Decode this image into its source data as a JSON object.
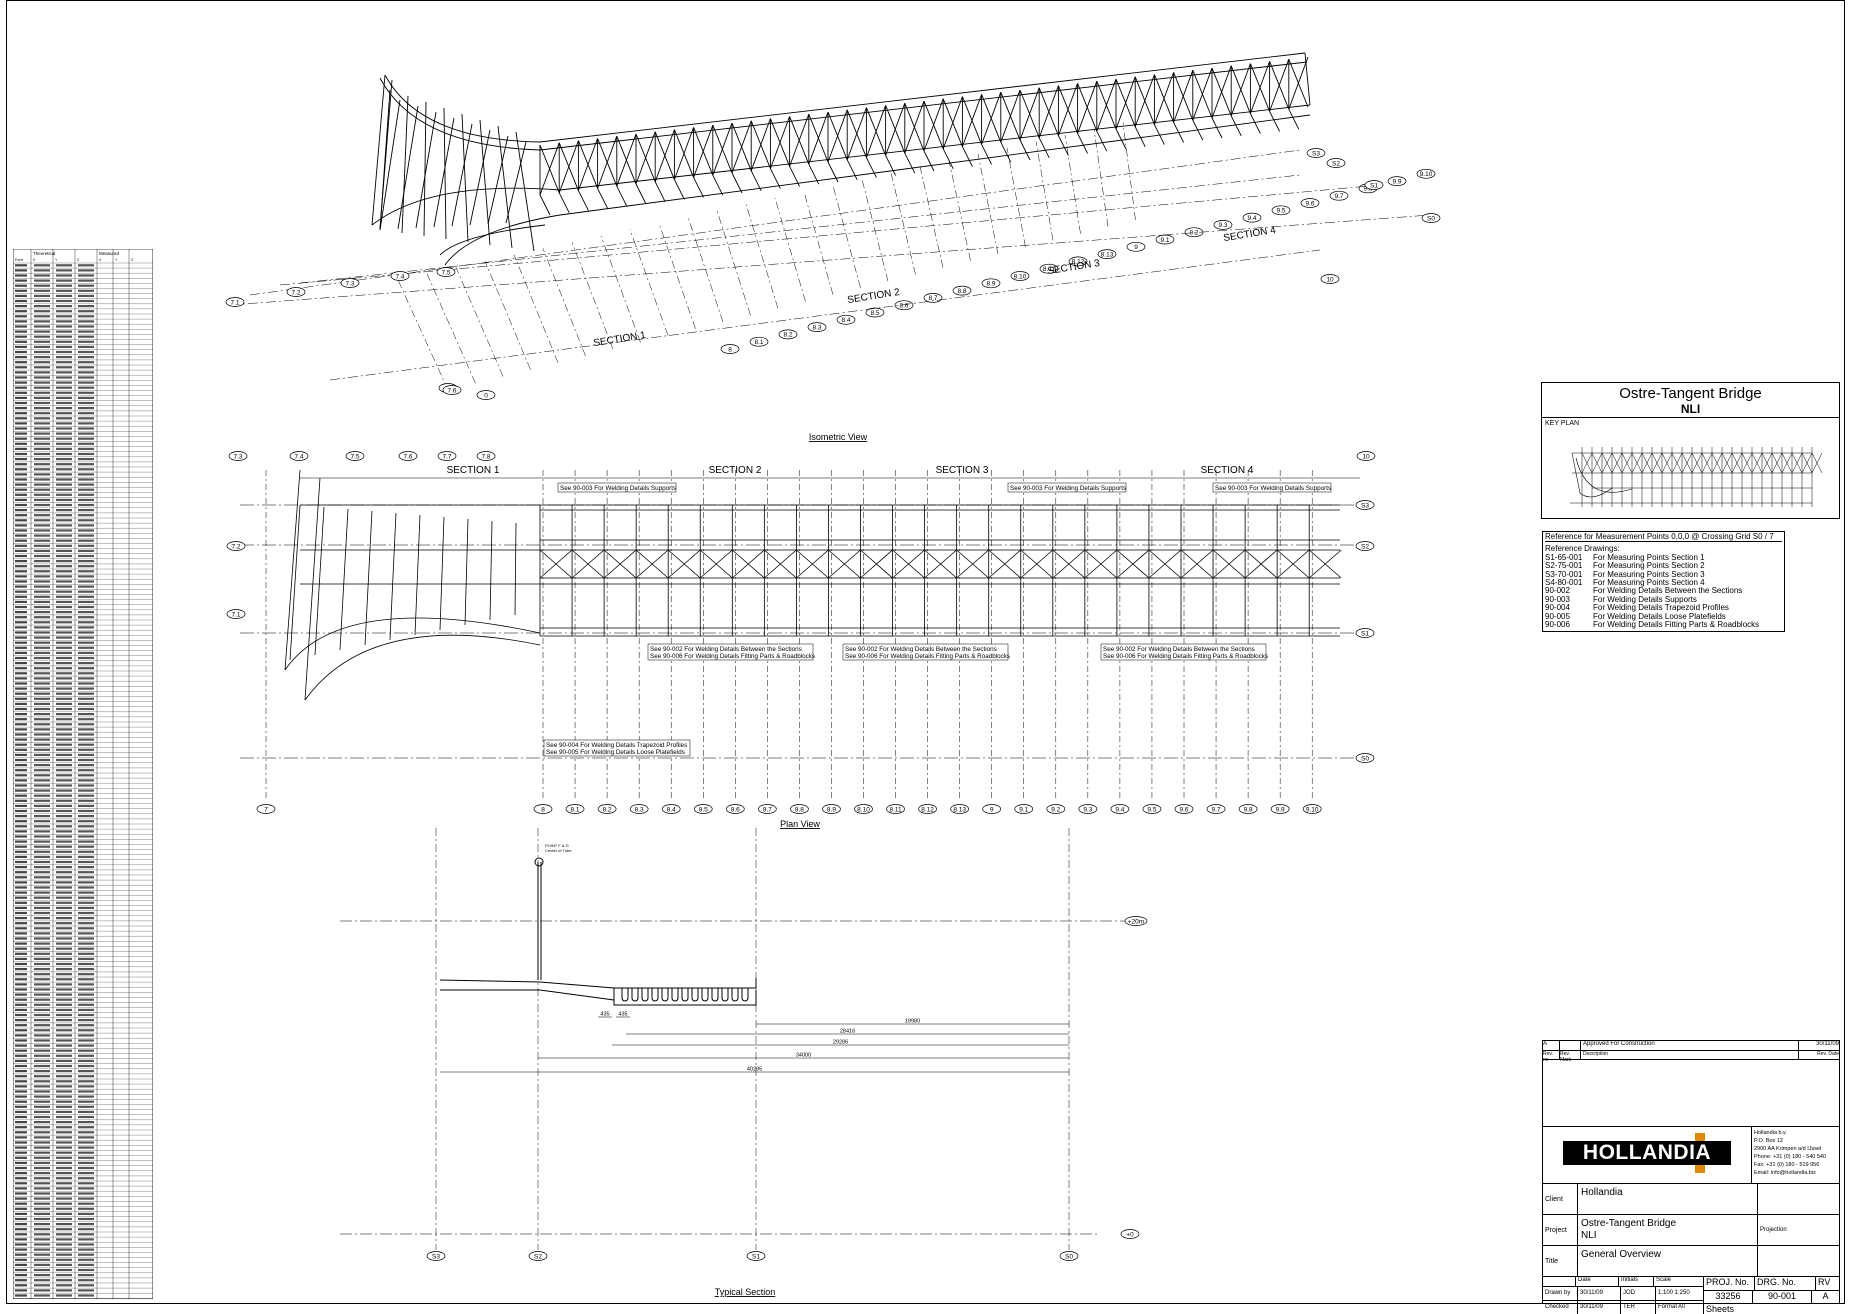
{
  "views": {
    "isometric_label": "Isometric View",
    "plan_label": "Plan View",
    "typical_label": "Typical Section"
  },
  "iso_sections": [
    "SECTION 1",
    "SECTION 2",
    "SECTION 3",
    "SECTION 4"
  ],
  "iso_grid_bottom": [
    "7",
    "8",
    "8.1",
    "8.2",
    "8.3",
    "8.4",
    "8.5",
    "8.6",
    "8.7",
    "8.8",
    "8.9",
    "8.10",
    "8.11",
    "8.12",
    "8.13",
    "9",
    "9.1",
    "9.2",
    "9.3",
    "9.4",
    "9.5",
    "9.6",
    "9.7",
    "9.8",
    "9.9",
    "9.10"
  ],
  "iso_grid_left": [
    "7.1",
    "7.2",
    "7.3",
    "7.4",
    "7.5",
    "7.6",
    "0"
  ],
  "iso_grid_right": [
    "S3",
    "S2",
    "S1",
    "S0",
    "10"
  ],
  "plan": {
    "top_labels": [
      "7.3",
      "7.4",
      "7.5",
      "7.6",
      "7.7",
      "7.8"
    ],
    "left_labels": [
      "7.2",
      "7.1"
    ],
    "right_labels": [
      "10",
      "S3",
      "S2",
      "S1",
      "S0"
    ],
    "sections": [
      "SECTION 1",
      "SECTION 2",
      "SECTION 3",
      "SECTION 4"
    ],
    "bottom_labels": [
      "7",
      "8",
      "8.1",
      "8.2",
      "8.3",
      "8.4",
      "8.5",
      "8.6",
      "8.7",
      "8.8",
      "8.9",
      "8.10",
      "8.11",
      "8.12",
      "8.13",
      "9",
      "9.1",
      "9.2",
      "9.3",
      "9.4",
      "9.5",
      "9.6",
      "9.7",
      "9.8",
      "9.9",
      "9.10"
    ],
    "notes_top": [
      "See 90-003 For Welding Details Supports",
      "See 90-003 For Welding Details Supports",
      "See 90-003 For Welding Details Supports"
    ],
    "notes_mid": [
      [
        "See 90-002 For Welding Details Between the Sections",
        "See 90-006 For Welding Details Fitting Parts & Roadblocks"
      ],
      [
        "See 90-002 For Welding Details Between the Sections",
        "See 90-006 For Welding Details Fitting Parts & Roadblocks"
      ],
      [
        "See 90-002 For Welding Details Between the Sections",
        "See 90-006 For Welding Details Fitting Parts & Roadblocks"
      ]
    ],
    "note_low": [
      "See 90-004 For Welding Details Trapezoid Profiles",
      "See 90-005 For Welding Details Loose Platefields"
    ]
  },
  "typical": {
    "elev_label": "+20m",
    "base_label": "+0",
    "bottom_labels": [
      "S3",
      "S2",
      "S1",
      "S0"
    ],
    "dims": [
      "435",
      "435",
      "19980",
      "28416",
      "29286",
      "34000",
      "40295"
    ],
    "point_top": [
      "POINT F & G",
      "Center of Tube"
    ]
  },
  "title_block": {
    "title": "Ostre-Tangent Bridge",
    "subtitle": "NLI",
    "key_plan": "KEY PLAN",
    "reference": "Reference for Measurement Points 0,0,0 @  Crossing Grid S0 / 7",
    "ref_drawings_header": "Reference Drawings:",
    "ref_drawings": [
      [
        "S1-65-001",
        "For Measuring Points Section 1"
      ],
      [
        "S2-75-001",
        "For Measuring Points Section 2"
      ],
      [
        "S3-70-001",
        "For Measuring Points Section 3"
      ],
      [
        "S4-80-001",
        "For Measuring Points Section 4"
      ],
      [
        "90-002",
        "For Welding Details Between the Sections"
      ],
      [
        "90-003",
        "For Welding Details Supports"
      ],
      [
        "90-004",
        "For Welding Details Trapezoid Profiles"
      ],
      [
        "90-005",
        "For Welding Details Loose Platefields"
      ],
      [
        "90-006",
        "For Welding Details Fitting Parts & Roadblocks"
      ]
    ]
  },
  "stamp": {
    "rev_row": [
      "A",
      "",
      "Approved For Construction",
      "30/11/09"
    ],
    "rev_headers": [
      "Rev. no",
      "Rev. Mark",
      "Description",
      "Rev. Date"
    ],
    "company_logo": "HOLLANDIA",
    "address": [
      "Hollandia b.v.",
      "P.O. Box 12",
      "2900 AA Krimpen a/d IJssel",
      "Phone:   +31 (0) 180 - 540 540",
      "Fax:      +31 (0) 180 - 519 956",
      "Email:   info@hollandia.biz"
    ],
    "client_label": "Client",
    "client": "Hollandia",
    "project_label": "Project",
    "project": [
      "Ostre-Tangent Bridge",
      "NLI"
    ],
    "title_label": "Title",
    "title": "General Overview",
    "projection_label": "Projection",
    "table_headers": [
      "Date",
      "Initials",
      "Scale"
    ],
    "drawn_by_label": "Drawn by",
    "drawn_date": "30/11/09",
    "drawn_initials": "JOD",
    "scale": "1:100  1:250",
    "checked_label": "Checked",
    "checked_date": "30/11/09",
    "checked_initials": "TER",
    "format_label": "Format",
    "format": "A0",
    "proj_no_label": "PROJ. No.",
    "proj_no": "33256",
    "drg_no_label": "DRG. No.",
    "drg_no": "90-001",
    "rv_label": "RV",
    "rv": "A",
    "sheets_label": "Sheets"
  },
  "left_table": {
    "header": [
      "Theoretical",
      "Measured"
    ],
    "cols": [
      "Point",
      "X",
      "Y",
      "Z",
      "X",
      "Y",
      "Z"
    ]
  }
}
